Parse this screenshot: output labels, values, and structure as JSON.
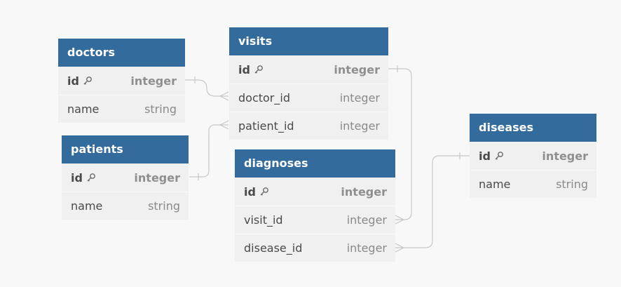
{
  "tables": {
    "doctors": {
      "title": "doctors",
      "columns": [
        {
          "name": "id",
          "type": "integer",
          "pk": true
        },
        {
          "name": "name",
          "type": "string",
          "pk": false
        }
      ]
    },
    "patients": {
      "title": "patients",
      "columns": [
        {
          "name": "id",
          "type": "integer",
          "pk": true
        },
        {
          "name": "name",
          "type": "string",
          "pk": false
        }
      ]
    },
    "visits": {
      "title": "visits",
      "columns": [
        {
          "name": "id",
          "type": "integer",
          "pk": true
        },
        {
          "name": "doctor_id",
          "type": "integer",
          "pk": false
        },
        {
          "name": "patient_id",
          "type": "integer",
          "pk": false
        }
      ]
    },
    "diagnoses": {
      "title": "diagnoses",
      "columns": [
        {
          "name": "id",
          "type": "integer",
          "pk": true
        },
        {
          "name": "visit_id",
          "type": "integer",
          "pk": false
        },
        {
          "name": "disease_id",
          "type": "integer",
          "pk": false
        }
      ]
    },
    "diseases": {
      "title": "diseases",
      "columns": [
        {
          "name": "id",
          "type": "integer",
          "pk": true
        },
        {
          "name": "name",
          "type": "string",
          "pk": false
        }
      ]
    }
  },
  "relationships": [
    {
      "from": "doctors.id",
      "to": "visits.doctor_id",
      "cardinality": "one-to-many"
    },
    {
      "from": "patients.id",
      "to": "visits.patient_id",
      "cardinality": "one-to-many"
    },
    {
      "from": "visits.id",
      "to": "diagnoses.visit_id",
      "cardinality": "one-to-many"
    },
    {
      "from": "diseases.id",
      "to": "diagnoses.disease_id",
      "cardinality": "one-to-many"
    }
  ],
  "colors": {
    "header": "#336b9c",
    "background": "#f8f8f9",
    "table_body": "#f0f0f1",
    "connector": "#c8c8cc"
  },
  "icons": {
    "primary_key": "key-icon"
  }
}
